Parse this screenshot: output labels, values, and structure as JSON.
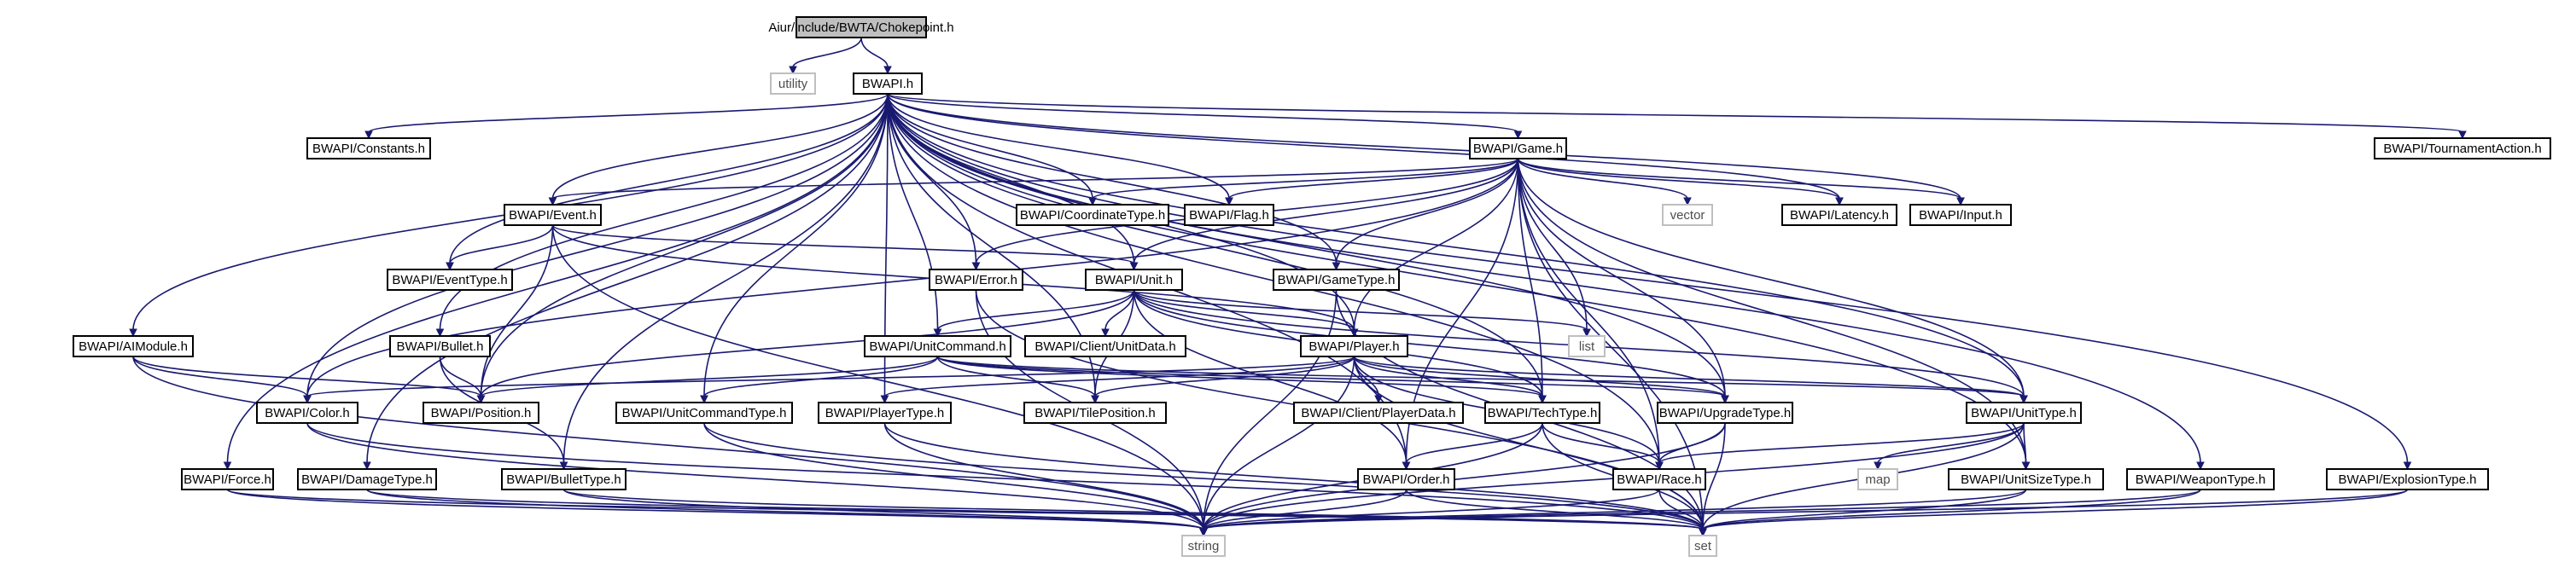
{
  "colors": {
    "edge": "#191970",
    "root_fill": "#bfbfbf",
    "node_fill": "#ffffff",
    "node_border": "#000000",
    "external_border": "#bfbfbf"
  },
  "diagram": {
    "type": "include-dependency-graph",
    "root": "chokepoint",
    "nodes": [
      {
        "id": "chokepoint",
        "label": "Aiur/include/BWTA/Chokepoint.h",
        "kind": "root"
      },
      {
        "id": "utility",
        "label": "utility",
        "kind": "external"
      },
      {
        "id": "bwapi",
        "label": "BWAPI.h",
        "kind": "normal"
      },
      {
        "id": "constants",
        "label": "BWAPI/Constants.h",
        "kind": "normal"
      },
      {
        "id": "game",
        "label": "BWAPI/Game.h",
        "kind": "normal"
      },
      {
        "id": "tournament",
        "label": "BWAPI/TournamentAction.h",
        "kind": "normal"
      },
      {
        "id": "event",
        "label": "BWAPI/Event.h",
        "kind": "normal"
      },
      {
        "id": "coordtype",
        "label": "BWAPI/CoordinateType.h",
        "kind": "normal"
      },
      {
        "id": "flag",
        "label": "BWAPI/Flag.h",
        "kind": "normal"
      },
      {
        "id": "vector",
        "label": "vector",
        "kind": "external"
      },
      {
        "id": "latency",
        "label": "BWAPI/Latency.h",
        "kind": "normal"
      },
      {
        "id": "input",
        "label": "BWAPI/Input.h",
        "kind": "normal"
      },
      {
        "id": "eventtype",
        "label": "BWAPI/EventType.h",
        "kind": "normal"
      },
      {
        "id": "error",
        "label": "BWAPI/Error.h",
        "kind": "normal"
      },
      {
        "id": "unit",
        "label": "BWAPI/Unit.h",
        "kind": "normal"
      },
      {
        "id": "gametype",
        "label": "BWAPI/GameType.h",
        "kind": "normal"
      },
      {
        "id": "aimodule",
        "label": "BWAPI/AIModule.h",
        "kind": "normal"
      },
      {
        "id": "bullet",
        "label": "BWAPI/Bullet.h",
        "kind": "normal"
      },
      {
        "id": "unitcommand",
        "label": "BWAPI/UnitCommand.h",
        "kind": "normal"
      },
      {
        "id": "clientunitdata",
        "label": "BWAPI/Client/UnitData.h",
        "kind": "normal"
      },
      {
        "id": "list",
        "label": "list",
        "kind": "external"
      },
      {
        "id": "player",
        "label": "BWAPI/Player.h",
        "kind": "normal"
      },
      {
        "id": "color",
        "label": "BWAPI/Color.h",
        "kind": "normal"
      },
      {
        "id": "position",
        "label": "BWAPI/Position.h",
        "kind": "normal"
      },
      {
        "id": "unitcommandtype",
        "label": "BWAPI/UnitCommandType.h",
        "kind": "normal"
      },
      {
        "id": "playertype",
        "label": "BWAPI/PlayerType.h",
        "kind": "normal"
      },
      {
        "id": "tileposition",
        "label": "BWAPI/TilePosition.h",
        "kind": "normal"
      },
      {
        "id": "clientplayerdata",
        "label": "BWAPI/Client/PlayerData.h",
        "kind": "normal"
      },
      {
        "id": "techtype",
        "label": "BWAPI/TechType.h",
        "kind": "normal"
      },
      {
        "id": "upgradetype",
        "label": "BWAPI/UpgradeType.h",
        "kind": "normal"
      },
      {
        "id": "unittype",
        "label": "BWAPI/UnitType.h",
        "kind": "normal"
      },
      {
        "id": "force",
        "label": "BWAPI/Force.h",
        "kind": "normal"
      },
      {
        "id": "damagetype",
        "label": "BWAPI/DamageType.h",
        "kind": "normal"
      },
      {
        "id": "bullettype",
        "label": "BWAPI/BulletType.h",
        "kind": "normal"
      },
      {
        "id": "order",
        "label": "BWAPI/Order.h",
        "kind": "normal"
      },
      {
        "id": "race",
        "label": "BWAPI/Race.h",
        "kind": "normal"
      },
      {
        "id": "map",
        "label": "map",
        "kind": "external"
      },
      {
        "id": "unitsizetype",
        "label": "BWAPI/UnitSizeType.h",
        "kind": "normal"
      },
      {
        "id": "weapontype",
        "label": "BWAPI/WeaponType.h",
        "kind": "normal"
      },
      {
        "id": "explosiontype",
        "label": "BWAPI/ExplosionType.h",
        "kind": "normal"
      },
      {
        "id": "string",
        "label": "string",
        "kind": "external"
      },
      {
        "id": "set",
        "label": "set",
        "kind": "external"
      }
    ],
    "edges": [
      [
        "chokepoint",
        "utility"
      ],
      [
        "chokepoint",
        "bwapi"
      ],
      [
        "bwapi",
        "constants"
      ],
      [
        "bwapi",
        "game"
      ],
      [
        "bwapi",
        "tournament"
      ],
      [
        "bwapi",
        "event"
      ],
      [
        "bwapi",
        "coordtype"
      ],
      [
        "bwapi",
        "flag"
      ],
      [
        "bwapi",
        "latency"
      ],
      [
        "bwapi",
        "input"
      ],
      [
        "bwapi",
        "eventtype"
      ],
      [
        "bwapi",
        "error"
      ],
      [
        "bwapi",
        "unit"
      ],
      [
        "bwapi",
        "gametype"
      ],
      [
        "bwapi",
        "aimodule"
      ],
      [
        "bwapi",
        "bullet"
      ],
      [
        "bwapi",
        "unitcommand"
      ],
      [
        "bwapi",
        "player"
      ],
      [
        "bwapi",
        "color"
      ],
      [
        "bwapi",
        "position"
      ],
      [
        "bwapi",
        "unitcommandtype"
      ],
      [
        "bwapi",
        "playertype"
      ],
      [
        "bwapi",
        "tileposition"
      ],
      [
        "bwapi",
        "techtype"
      ],
      [
        "bwapi",
        "upgradetype"
      ],
      [
        "bwapi",
        "unittype"
      ],
      [
        "bwapi",
        "force"
      ],
      [
        "bwapi",
        "damagetype"
      ],
      [
        "bwapi",
        "bullettype"
      ],
      [
        "bwapi",
        "order"
      ],
      [
        "bwapi",
        "race"
      ],
      [
        "bwapi",
        "unitsizetype"
      ],
      [
        "bwapi",
        "weapontype"
      ],
      [
        "bwapi",
        "explosiontype"
      ],
      [
        "game",
        "event"
      ],
      [
        "game",
        "coordtype"
      ],
      [
        "game",
        "flag"
      ],
      [
        "game",
        "vector"
      ],
      [
        "game",
        "latency"
      ],
      [
        "game",
        "input"
      ],
      [
        "game",
        "error"
      ],
      [
        "game",
        "unit"
      ],
      [
        "game",
        "gametype"
      ],
      [
        "game",
        "list"
      ],
      [
        "game",
        "player"
      ],
      [
        "game",
        "color"
      ],
      [
        "game",
        "techtype"
      ],
      [
        "game",
        "upgradetype"
      ],
      [
        "game",
        "unittype"
      ],
      [
        "game",
        "order"
      ],
      [
        "game",
        "race"
      ],
      [
        "game",
        "unitsizetype"
      ],
      [
        "game",
        "set"
      ],
      [
        "event",
        "eventtype"
      ],
      [
        "event",
        "position"
      ],
      [
        "event",
        "unit"
      ],
      [
        "event",
        "player"
      ],
      [
        "event",
        "string"
      ],
      [
        "error",
        "string"
      ],
      [
        "error",
        "set"
      ],
      [
        "unit",
        "unitcommand"
      ],
      [
        "unit",
        "clientunitdata"
      ],
      [
        "unit",
        "list"
      ],
      [
        "unit",
        "player"
      ],
      [
        "unit",
        "position"
      ],
      [
        "unit",
        "tileposition"
      ],
      [
        "unit",
        "order"
      ],
      [
        "unit",
        "techtype"
      ],
      [
        "unit",
        "upgradetype"
      ],
      [
        "unit",
        "unittype"
      ],
      [
        "gametype",
        "string"
      ],
      [
        "gametype",
        "set"
      ],
      [
        "aimodule",
        "color"
      ],
      [
        "aimodule",
        "position"
      ],
      [
        "aimodule",
        "string"
      ],
      [
        "bullet",
        "position"
      ],
      [
        "bullet",
        "bullettype"
      ],
      [
        "unitcommand",
        "unitcommandtype"
      ],
      [
        "unitcommand",
        "position"
      ],
      [
        "unitcommand",
        "tileposition"
      ],
      [
        "unitcommand",
        "techtype"
      ],
      [
        "unitcommand",
        "upgradetype"
      ],
      [
        "unitcommand",
        "unittype"
      ],
      [
        "player",
        "clientplayerdata"
      ],
      [
        "player",
        "color"
      ],
      [
        "player",
        "playertype"
      ],
      [
        "player",
        "tileposition"
      ],
      [
        "player",
        "techtype"
      ],
      [
        "player",
        "upgradetype"
      ],
      [
        "player",
        "unittype"
      ],
      [
        "player",
        "race"
      ],
      [
        "player",
        "string"
      ],
      [
        "player",
        "set"
      ],
      [
        "color",
        "string"
      ],
      [
        "color",
        "set"
      ],
      [
        "unitcommandtype",
        "string"
      ],
      [
        "unitcommandtype",
        "set"
      ],
      [
        "playertype",
        "string"
      ],
      [
        "playertype",
        "set"
      ],
      [
        "techtype",
        "order"
      ],
      [
        "techtype",
        "race"
      ],
      [
        "techtype",
        "string"
      ],
      [
        "techtype",
        "set"
      ],
      [
        "upgradetype",
        "race"
      ],
      [
        "upgradetype",
        "string"
      ],
      [
        "upgradetype",
        "set"
      ],
      [
        "unittype",
        "map"
      ],
      [
        "unittype",
        "unitsizetype"
      ],
      [
        "unittype",
        "race"
      ],
      [
        "unittype",
        "string"
      ],
      [
        "unittype",
        "set"
      ],
      [
        "force",
        "string"
      ],
      [
        "force",
        "set"
      ],
      [
        "damagetype",
        "string"
      ],
      [
        "damagetype",
        "set"
      ],
      [
        "bullettype",
        "string"
      ],
      [
        "bullettype",
        "set"
      ],
      [
        "order",
        "string"
      ],
      [
        "order",
        "set"
      ],
      [
        "race",
        "string"
      ],
      [
        "race",
        "set"
      ],
      [
        "unitsizetype",
        "string"
      ],
      [
        "unitsizetype",
        "set"
      ],
      [
        "weapontype",
        "string"
      ],
      [
        "weapontype",
        "set"
      ],
      [
        "explosiontype",
        "string"
      ],
      [
        "explosiontype",
        "set"
      ]
    ]
  }
}
